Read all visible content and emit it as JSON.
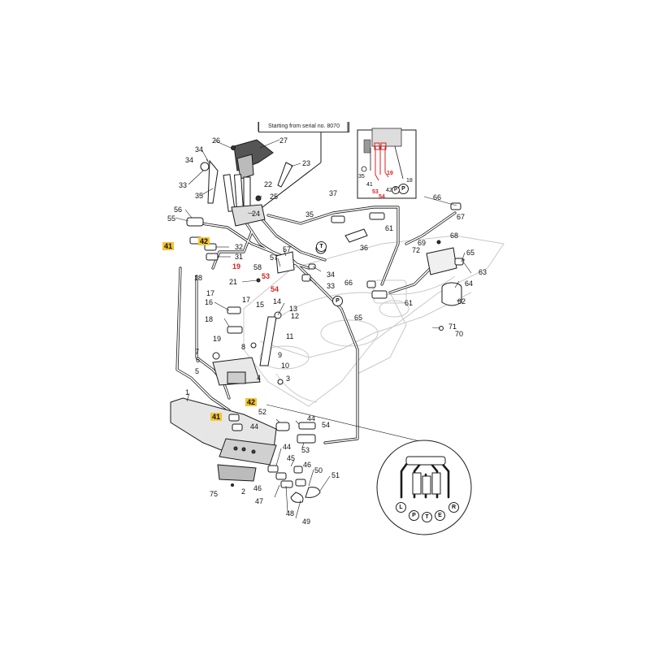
{
  "banner_text": "Starting from serial no. 8070",
  "colors": {
    "line": "#1a1a1a",
    "faint": "#c8c8c8",
    "red": "#d8231f",
    "highlight": "#f4c430"
  },
  "labels": [
    {
      "id": "26",
      "text": "26"
    },
    {
      "id": "27",
      "text": "27"
    },
    {
      "id": "34a",
      "text": "34"
    },
    {
      "id": "34b",
      "text": "34"
    },
    {
      "id": "33a",
      "text": "33"
    },
    {
      "id": "35a",
      "text": "35"
    },
    {
      "id": "23",
      "text": "23"
    },
    {
      "id": "22",
      "text": "22"
    },
    {
      "id": "25",
      "text": "25"
    },
    {
      "id": "24",
      "text": "24"
    },
    {
      "id": "56",
      "text": "56"
    },
    {
      "id": "55",
      "text": "55"
    },
    {
      "id": "41a",
      "text": "41",
      "style": "hl"
    },
    {
      "id": "42a",
      "text": "42",
      "style": "hl"
    },
    {
      "id": "32",
      "text": "32"
    },
    {
      "id": "31",
      "text": "31"
    },
    {
      "id": "19a",
      "text": "19",
      "style": "red"
    },
    {
      "id": "18a",
      "text": "18"
    },
    {
      "id": "21",
      "text": "21"
    },
    {
      "id": "17a",
      "text": "17"
    },
    {
      "id": "17b",
      "text": "17"
    },
    {
      "id": "16",
      "text": "16"
    },
    {
      "id": "18b",
      "text": "18"
    },
    {
      "id": "19b",
      "text": "19"
    },
    {
      "id": "57a",
      "text": "57"
    },
    {
      "id": "57b",
      "text": "57"
    },
    {
      "id": "58",
      "text": "58"
    },
    {
      "id": "53a",
      "text": "53",
      "style": "red"
    },
    {
      "id": "54a",
      "text": "54",
      "style": "red"
    },
    {
      "id": "15",
      "text": "15"
    },
    {
      "id": "14",
      "text": "14"
    },
    {
      "id": "13",
      "text": "13"
    },
    {
      "id": "12",
      "text": "12"
    },
    {
      "id": "11",
      "text": "11"
    },
    {
      "id": "7",
      "text": "7"
    },
    {
      "id": "6",
      "text": "6"
    },
    {
      "id": "5",
      "text": "5"
    },
    {
      "id": "8",
      "text": "8"
    },
    {
      "id": "9",
      "text": "9"
    },
    {
      "id": "10",
      "text": "10"
    },
    {
      "id": "4",
      "text": "4"
    },
    {
      "id": "3",
      "text": "3"
    },
    {
      "id": "1",
      "text": "1"
    },
    {
      "id": "42b",
      "text": "42",
      "style": "hl"
    },
    {
      "id": "41b",
      "text": "41",
      "style": "hl"
    },
    {
      "id": "52",
      "text": "52"
    },
    {
      "id": "44a",
      "text": "44"
    },
    {
      "id": "44b",
      "text": "44"
    },
    {
      "id": "54b",
      "text": "54"
    },
    {
      "id": "53b",
      "text": "53"
    },
    {
      "id": "44c",
      "text": "44"
    },
    {
      "id": "45",
      "text": "45"
    },
    {
      "id": "46a",
      "text": "46"
    },
    {
      "id": "46b",
      "text": "46"
    },
    {
      "id": "50",
      "text": "50"
    },
    {
      "id": "51",
      "text": "51"
    },
    {
      "id": "47",
      "text": "47"
    },
    {
      "id": "48",
      "text": "48"
    },
    {
      "id": "49",
      "text": "49"
    },
    {
      "id": "2",
      "text": "2"
    },
    {
      "id": "75",
      "text": "75"
    },
    {
      "id": "37",
      "text": "37"
    },
    {
      "id": "35b",
      "text": "35"
    },
    {
      "id": "61a",
      "text": "61"
    },
    {
      "id": "36",
      "text": "36"
    },
    {
      "id": "34c",
      "text": "34"
    },
    {
      "id": "33b",
      "text": "33"
    },
    {
      "id": "66a",
      "text": "66"
    },
    {
      "id": "65a",
      "text": "65"
    },
    {
      "id": "66b",
      "text": "66"
    },
    {
      "id": "67",
      "text": "67"
    },
    {
      "id": "68",
      "text": "68"
    },
    {
      "id": "69",
      "text": "69"
    },
    {
      "id": "72",
      "text": "72"
    },
    {
      "id": "65b",
      "text": "65"
    },
    {
      "id": "63",
      "text": "63"
    },
    {
      "id": "64",
      "text": "64"
    },
    {
      "id": "62",
      "text": "62"
    },
    {
      "id": "61b",
      "text": "61"
    },
    {
      "id": "71",
      "text": "71"
    },
    {
      "id": "70",
      "text": "70"
    },
    {
      "id": "i35",
      "text": "35",
      "style": "sm"
    },
    {
      "id": "i41",
      "text": "41",
      "style": "sm"
    },
    {
      "id": "i53",
      "text": "53",
      "style": "red sm"
    },
    {
      "id": "i54",
      "text": "54",
      "style": "red sm"
    },
    {
      "id": "i42",
      "text": "42",
      "style": "sm"
    },
    {
      "id": "i19",
      "text": "19",
      "style": "red sm"
    },
    {
      "id": "i18",
      "text": "18",
      "style": "sm"
    }
  ],
  "ports": [
    {
      "id": "p1",
      "text": "T"
    },
    {
      "id": "p2",
      "text": "P"
    },
    {
      "id": "p3",
      "text": "P"
    },
    {
      "id": "p4",
      "text": "P"
    },
    {
      "id": "L",
      "text": "L"
    },
    {
      "id": "P",
      "text": "P"
    },
    {
      "id": "T",
      "text": "T"
    },
    {
      "id": "E",
      "text": "E"
    },
    {
      "id": "R",
      "text": "R"
    }
  ]
}
